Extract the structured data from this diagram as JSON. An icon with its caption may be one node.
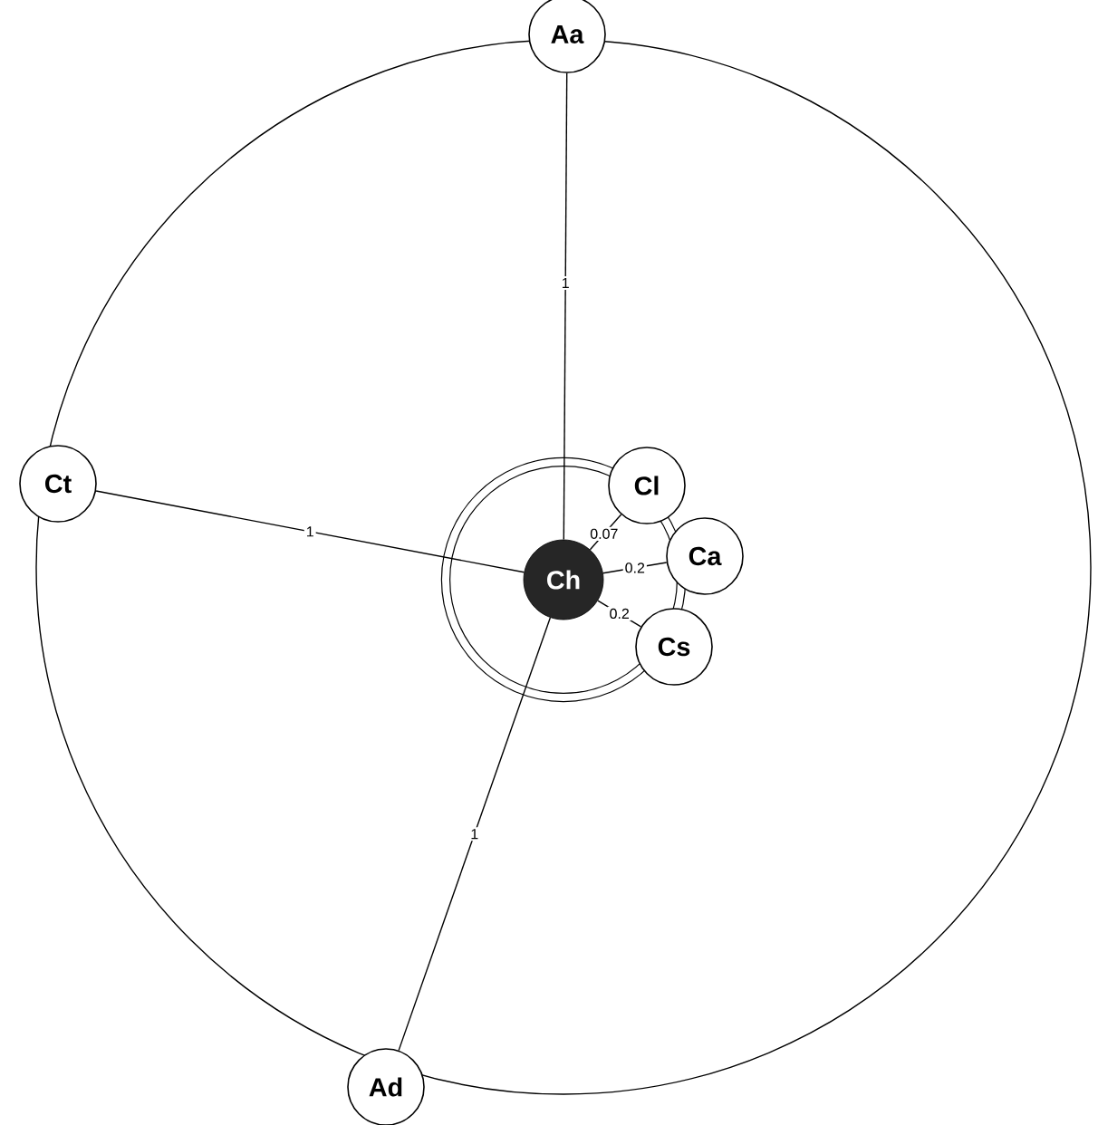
{
  "diagram": {
    "nodes": [
      {
        "text": [
          "Aa"
        ]
      },
      {
        "text": [
          "Ct"
        ]
      },
      {
        "text": [
          "Ch"
        ]
      },
      {
        "text": [
          "Cl"
        ]
      },
      {
        "text": [
          "Ca"
        ]
      },
      {
        "text": [
          "Cs"
        ]
      },
      {
        "text": [
          "Ad"
        ]
      }
    ],
    "edges": [
      {
        "from": 0,
        "to": 2,
        "arrow": "none",
        "label": "1"
      },
      {
        "from": 1,
        "to": 2,
        "arrow": "none",
        "label": "1"
      },
      {
        "from": 3,
        "to": 2,
        "arrow": "none",
        "label": "0.07"
      },
      {
        "from": 4,
        "to": 2,
        "arrow": "none",
        "label": "0.2"
      },
      {
        "from": 5,
        "to": 2,
        "arrow": "none",
        "label": "0.2"
      },
      {
        "from": 6,
        "to": 2,
        "arrow": "none",
        "label": "1"
      }
    ]
  }
}
